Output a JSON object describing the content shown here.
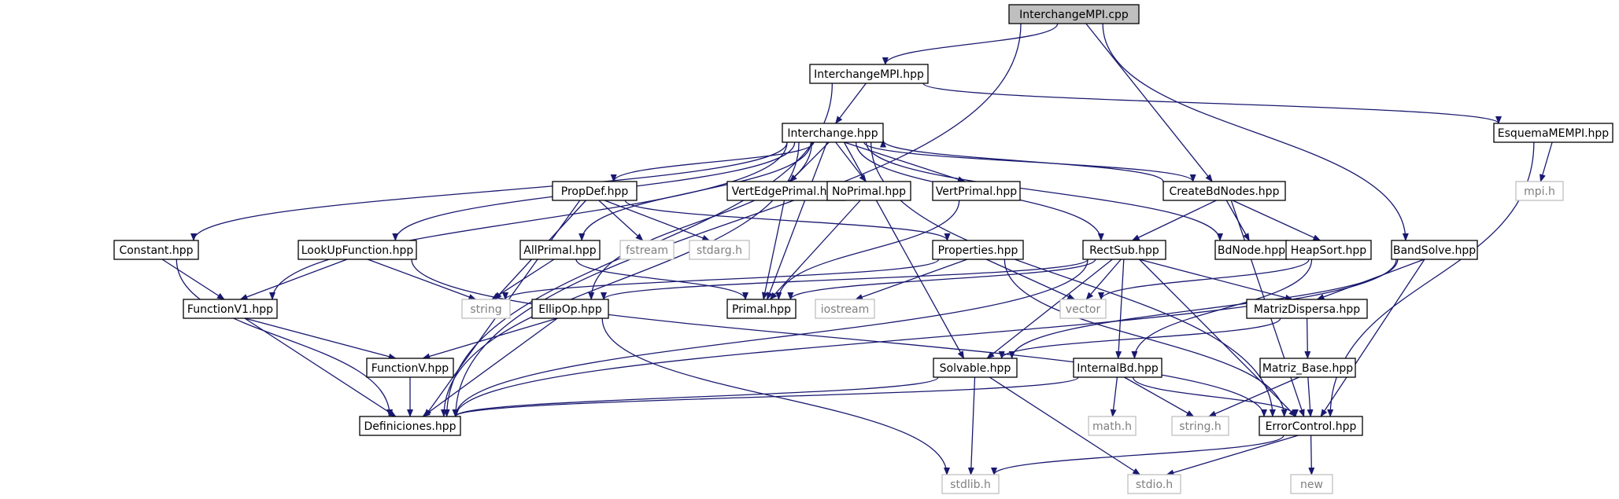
{
  "colors": {
    "edge": "#191970",
    "root_fill": "#bfbfbf",
    "node_stroke": "#000000",
    "system_stroke": "#bfbfbf",
    "system_text": "#7f7f7f",
    "text": "#000000"
  },
  "nodes": [
    {
      "id": "InterchangeMPI_cpp",
      "label": "InterchangeMPI.cpp",
      "kind": "root"
    },
    {
      "id": "InterchangeMPI_hpp",
      "label": "InterchangeMPI.hpp",
      "kind": "local"
    },
    {
      "id": "Interchange_hpp",
      "label": "Interchange.hpp",
      "kind": "local"
    },
    {
      "id": "EsquemaMEMPI_hpp",
      "label": "EsquemaMEMPI.hpp",
      "kind": "local"
    },
    {
      "id": "mpi_h",
      "label": "mpi.h",
      "kind": "system"
    },
    {
      "id": "PropDef_hpp",
      "label": "PropDef.hpp",
      "kind": "local"
    },
    {
      "id": "VertEdgePrimal_hpp",
      "label": "VertEdgePrimal.hpp",
      "kind": "local"
    },
    {
      "id": "NoPrimal_hpp",
      "label": "NoPrimal.hpp",
      "kind": "local"
    },
    {
      "id": "VertPrimal_hpp",
      "label": "VertPrimal.hpp",
      "kind": "local"
    },
    {
      "id": "CreateBdNodes_hpp",
      "label": "CreateBdNodes.hpp",
      "kind": "local"
    },
    {
      "id": "Constant_hpp",
      "label": "Constant.hpp",
      "kind": "local"
    },
    {
      "id": "LookUpFunction_hpp",
      "label": "LookUpFunction.hpp",
      "kind": "local"
    },
    {
      "id": "AllPrimal_hpp",
      "label": "AllPrimal.hpp",
      "kind": "local"
    },
    {
      "id": "fstream",
      "label": "fstream",
      "kind": "system"
    },
    {
      "id": "stdarg_h",
      "label": "stdarg.h",
      "kind": "system"
    },
    {
      "id": "Properties_hpp",
      "label": "Properties.hpp",
      "kind": "local"
    },
    {
      "id": "RectSub_hpp",
      "label": "RectSub.hpp",
      "kind": "local"
    },
    {
      "id": "BdNode_hpp",
      "label": "BdNode.hpp",
      "kind": "local"
    },
    {
      "id": "HeapSort_hpp",
      "label": "HeapSort.hpp",
      "kind": "local"
    },
    {
      "id": "BandSolve_hpp",
      "label": "BandSolve.hpp",
      "kind": "local"
    },
    {
      "id": "FunctionV1_hpp",
      "label": "FunctionV1.hpp",
      "kind": "local"
    },
    {
      "id": "string",
      "label": "string",
      "kind": "system"
    },
    {
      "id": "EllipOp_hpp",
      "label": "EllipOp.hpp",
      "kind": "local"
    },
    {
      "id": "Primal_hpp",
      "label": "Primal.hpp",
      "kind": "local"
    },
    {
      "id": "iostream",
      "label": "iostream",
      "kind": "system"
    },
    {
      "id": "vector",
      "label": "vector",
      "kind": "system"
    },
    {
      "id": "MatrizDispersa_hpp",
      "label": "MatrizDispersa.hpp",
      "kind": "local"
    },
    {
      "id": "FunctionV_hpp",
      "label": "FunctionV.hpp",
      "kind": "local"
    },
    {
      "id": "Solvable_hpp",
      "label": "Solvable.hpp",
      "kind": "local"
    },
    {
      "id": "InternalBd_hpp",
      "label": "InternalBd.hpp",
      "kind": "local"
    },
    {
      "id": "Matriz_Base_hpp",
      "label": "Matriz_Base.hpp",
      "kind": "local"
    },
    {
      "id": "Definiciones_hpp",
      "label": "Definiciones.hpp",
      "kind": "local"
    },
    {
      "id": "math_h",
      "label": "math.h",
      "kind": "system"
    },
    {
      "id": "string_h",
      "label": "string.h",
      "kind": "system"
    },
    {
      "id": "ErrorControl_hpp",
      "label": "ErrorControl.hpp",
      "kind": "local"
    },
    {
      "id": "stdlib_h",
      "label": "stdlib.h",
      "kind": "system"
    },
    {
      "id": "stdio_h",
      "label": "stdio.h",
      "kind": "system"
    },
    {
      "id": "new",
      "label": "new",
      "kind": "system"
    }
  ],
  "edges": [
    [
      "InterchangeMPI_cpp",
      "InterchangeMPI_hpp"
    ],
    [
      "InterchangeMPI_cpp",
      "Definiciones_hpp"
    ],
    [
      "InterchangeMPI_cpp",
      "CreateBdNodes_hpp"
    ],
    [
      "InterchangeMPI_cpp",
      "BandSolve_hpp"
    ],
    [
      "InterchangeMPI_hpp",
      "Interchange_hpp"
    ],
    [
      "InterchangeMPI_hpp",
      "EsquemaMEMPI_hpp"
    ],
    [
      "InterchangeMPI_hpp",
      "Definiciones_hpp"
    ],
    [
      "EsquemaMEMPI_hpp",
      "mpi_h"
    ],
    [
      "EsquemaMEMPI_hpp",
      "ErrorControl_hpp"
    ],
    [
      "Interchange_hpp",
      "PropDef_hpp"
    ],
    [
      "Interchange_hpp",
      "VertEdgePrimal_hpp"
    ],
    [
      "Interchange_hpp",
      "NoPrimal_hpp"
    ],
    [
      "Interchange_hpp",
      "VertPrimal_hpp"
    ],
    [
      "Interchange_hpp",
      "CreateBdNodes_hpp"
    ],
    [
      "Interchange_hpp",
      "Constant_hpp"
    ],
    [
      "Interchange_hpp",
      "LookUpFunction_hpp"
    ],
    [
      "Interchange_hpp",
      "AllPrimal_hpp"
    ],
    [
      "Interchange_hpp",
      "RectSub_hpp"
    ],
    [
      "Interchange_hpp",
      "BdNode_hpp"
    ],
    [
      "Interchange_hpp",
      "FunctionV1_hpp"
    ],
    [
      "Interchange_hpp",
      "EllipOp_hpp"
    ],
    [
      "Interchange_hpp",
      "Primal_hpp"
    ],
    [
      "Interchange_hpp",
      "Solvable_hpp"
    ],
    [
      "Interchange_hpp",
      "Definiciones_hpp"
    ],
    [
      "Interchange_hpp",
      "ErrorControl_hpp"
    ],
    [
      "CreateBdNodes_hpp",
      "Interchange_hpp"
    ],
    [
      "CreateBdNodes_hpp",
      "RectSub_hpp"
    ],
    [
      "CreateBdNodes_hpp",
      "BdNode_hpp"
    ],
    [
      "CreateBdNodes_hpp",
      "HeapSort_hpp"
    ],
    [
      "CreateBdNodes_hpp",
      "ErrorControl_hpp"
    ],
    [
      "PropDef_hpp",
      "fstream"
    ],
    [
      "PropDef_hpp",
      "stdarg_h"
    ],
    [
      "PropDef_hpp",
      "Properties_hpp"
    ],
    [
      "PropDef_hpp",
      "string"
    ],
    [
      "PropDef_hpp",
      "Definiciones_hpp"
    ],
    [
      "VertEdgePrimal_hpp",
      "Primal_hpp"
    ],
    [
      "NoPrimal_hpp",
      "Primal_hpp"
    ],
    [
      "VertPrimal_hpp",
      "Primal_hpp"
    ],
    [
      "AllPrimal_hpp",
      "Primal_hpp"
    ],
    [
      "AllPrimal_hpp",
      "string"
    ],
    [
      "Constant_hpp",
      "FunctionV1_hpp"
    ],
    [
      "Constant_hpp",
      "Definiciones_hpp"
    ],
    [
      "LookUpFunction_hpp",
      "FunctionV1_hpp"
    ],
    [
      "LookUpFunction_hpp",
      "string"
    ],
    [
      "LookUpFunction_hpp",
      "ErrorControl_hpp"
    ],
    [
      "Properties_hpp",
      "string"
    ],
    [
      "Properties_hpp",
      "iostream"
    ],
    [
      "Properties_hpp",
      "vector"
    ],
    [
      "Properties_hpp",
      "ErrorControl_hpp"
    ],
    [
      "RectSub_hpp",
      "EllipOp_hpp"
    ],
    [
      "RectSub_hpp",
      "Primal_hpp"
    ],
    [
      "RectSub_hpp",
      "vector"
    ],
    [
      "RectSub_hpp",
      "MatrizDispersa_hpp"
    ],
    [
      "RectSub_hpp",
      "Solvable_hpp"
    ],
    [
      "RectSub_hpp",
      "InternalBd_hpp"
    ],
    [
      "RectSub_hpp",
      "Definiciones_hpp"
    ],
    [
      "RectSub_hpp",
      "ErrorControl_hpp"
    ],
    [
      "HeapSort_hpp",
      "vector"
    ],
    [
      "HeapSort_hpp",
      "InternalBd_hpp"
    ],
    [
      "BandSolve_hpp",
      "MatrizDispersa_hpp"
    ],
    [
      "BandSolve_hpp",
      "Solvable_hpp"
    ],
    [
      "BandSolve_hpp",
      "Definiciones_hpp"
    ],
    [
      "BandSolve_hpp",
      "ErrorControl_hpp"
    ],
    [
      "FunctionV1_hpp",
      "FunctionV_hpp"
    ],
    [
      "FunctionV1_hpp",
      "Definiciones_hpp"
    ],
    [
      "EllipOp_hpp",
      "FunctionV_hpp"
    ],
    [
      "EllipOp_hpp",
      "Definiciones_hpp"
    ],
    [
      "EllipOp_hpp",
      "stdlib_h"
    ],
    [
      "MatrizDispersa_hpp",
      "Matriz_Base_hpp"
    ],
    [
      "MatrizDispersa_hpp",
      "Solvable_hpp"
    ],
    [
      "FunctionV_hpp",
      "Definiciones_hpp"
    ],
    [
      "Solvable_hpp",
      "Definiciones_hpp"
    ],
    [
      "Solvable_hpp",
      "stdlib_h"
    ],
    [
      "Solvable_hpp",
      "stdio_h"
    ],
    [
      "InternalBd_hpp",
      "math_h"
    ],
    [
      "InternalBd_hpp",
      "string_h"
    ],
    [
      "InternalBd_hpp",
      "ErrorControl_hpp"
    ],
    [
      "InternalBd_hpp",
      "Definiciones_hpp"
    ],
    [
      "Matriz_Base_hpp",
      "string_h"
    ],
    [
      "Matriz_Base_hpp",
      "ErrorControl_hpp"
    ],
    [
      "ErrorControl_hpp",
      "stdlib_h"
    ],
    [
      "ErrorControl_hpp",
      "stdio_h"
    ],
    [
      "ErrorControl_hpp",
      "new"
    ]
  ]
}
